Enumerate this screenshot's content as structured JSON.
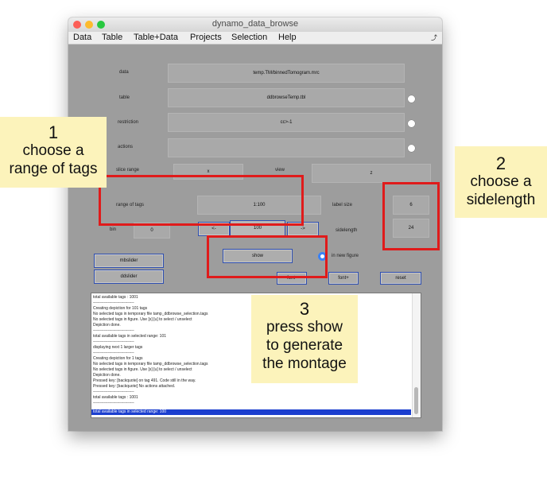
{
  "window": {
    "title": "dynamo_data_browse"
  },
  "menu": {
    "items": [
      "Data",
      "Table",
      "Table+Data",
      "Projects",
      "Selection",
      "Help"
    ]
  },
  "form": {
    "data": {
      "label": "data",
      "value": "temp.TM/binnedTomogram.mrc"
    },
    "table": {
      "label": "table",
      "value": "ddbrowseTemp.tbl"
    },
    "restriction": {
      "label": "restriction",
      "value": "cc>-1"
    },
    "actions": {
      "label": "actions",
      "value": ""
    },
    "slice_range": {
      "label": "slice range",
      "value": "x"
    },
    "view": {
      "label": "view",
      "value": "z"
    },
    "range_of_tags": {
      "label": "range of tags",
      "value": "1:100"
    },
    "label_size": {
      "label": "label size",
      "value": "6"
    },
    "bin": {
      "label": "bin",
      "value": "0"
    },
    "step_prev": "<-",
    "step_value": "100",
    "step_next": "->",
    "sidelength": {
      "label": "sidelength",
      "value": "24"
    }
  },
  "buttons": {
    "mbslider": "mbslider",
    "ddslider": "ddslider",
    "show": "show",
    "in_new_figure": "in new figure",
    "font_minus": "font-",
    "font_plus": "font+",
    "reset": "reset"
  },
  "log": {
    "lines": [
      "total available tags : 1001",
      "-------------------------------",
      "Creating depiction for 101 tags",
      "No selected tags in temporary file tamp_ddbrowse_selection.tags",
      "No selected tags in figure. Use [s] [u] to select / unselect",
      "Depiction done.",
      "-------------------------------",
      "total available tags in selected range: 101",
      "-------------------------------",
      " displaying next 1 larger tags",
      "-------------------------------",
      "Creating depiction for 1 tags",
      "No selected tags in temporary file tamp_ddbrowse_selection.tags",
      "No selected tags in figure. Use [s] [u] to select / unselect",
      "Depiction done.",
      "Pressed key: [backquote] on tag 491. Code still in the way.",
      "Pressed key: [backquote]  No actions attached.",
      "-------------------------------",
      "total available tags : 1001",
      "-------------------------------"
    ],
    "selected_line": "total available tags in selected range: 100"
  },
  "annotations": {
    "note1": {
      "num": "1",
      "text": [
        "choose a",
        "range of tags"
      ]
    },
    "note2": {
      "num": "2",
      "text": [
        "choose a",
        "sidelength"
      ]
    },
    "note3": {
      "num": "3",
      "text": [
        "press show",
        "to generate",
        "the montage"
      ]
    }
  },
  "colors": {
    "window_bg": "#9d9d9d",
    "annotation_red": "#e01b1b",
    "note_bg": "#fcf3bb",
    "log_selection": "#1c3fcf"
  }
}
